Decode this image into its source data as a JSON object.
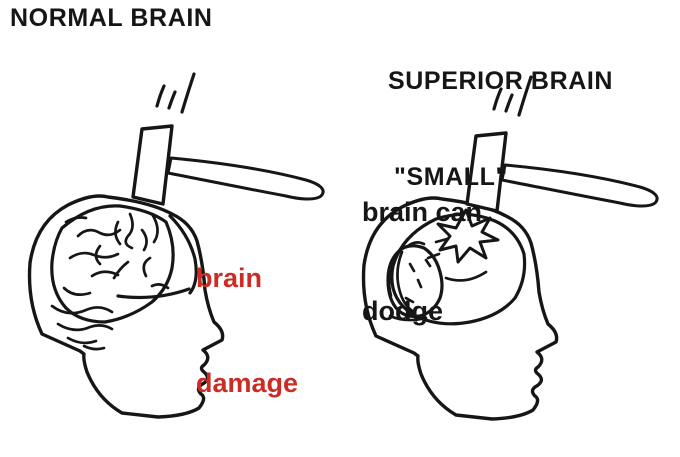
{
  "colors": {
    "bg": "#ffffff",
    "ink": "#161616",
    "red": "#cb2c26"
  },
  "left_panel": {
    "title": "NORMAL BRAIN",
    "caption_line1": "brain",
    "caption_line2": "damage"
  },
  "right_panel": {
    "title": "SUPERIOR BRAIN",
    "subtitle": "\"SMALL\"",
    "caption_line1": "brain can",
    "caption_line2": "dodge"
  }
}
